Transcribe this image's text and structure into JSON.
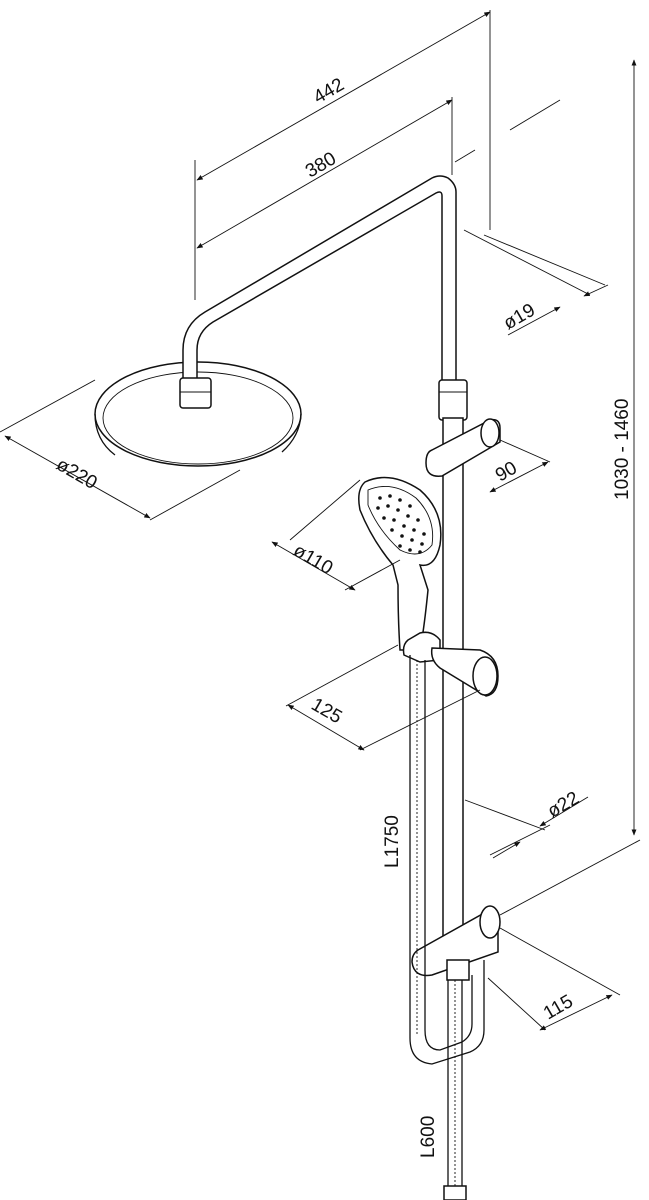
{
  "dimensions": {
    "width_442": "442",
    "width_380": "380",
    "pipe_dia_19": "ø19",
    "height_range": "1030 - 1460",
    "head_dia_220": "ø220",
    "holder_90": "90",
    "hand_dia_110": "ø110",
    "offset_125": "125",
    "hose_l1750": "L1750",
    "rail_dia_22": "ø22",
    "bracket_115": "115",
    "hose_l600": "L600"
  },
  "colors": {
    "line": "#111111",
    "background": "#ffffff"
  }
}
